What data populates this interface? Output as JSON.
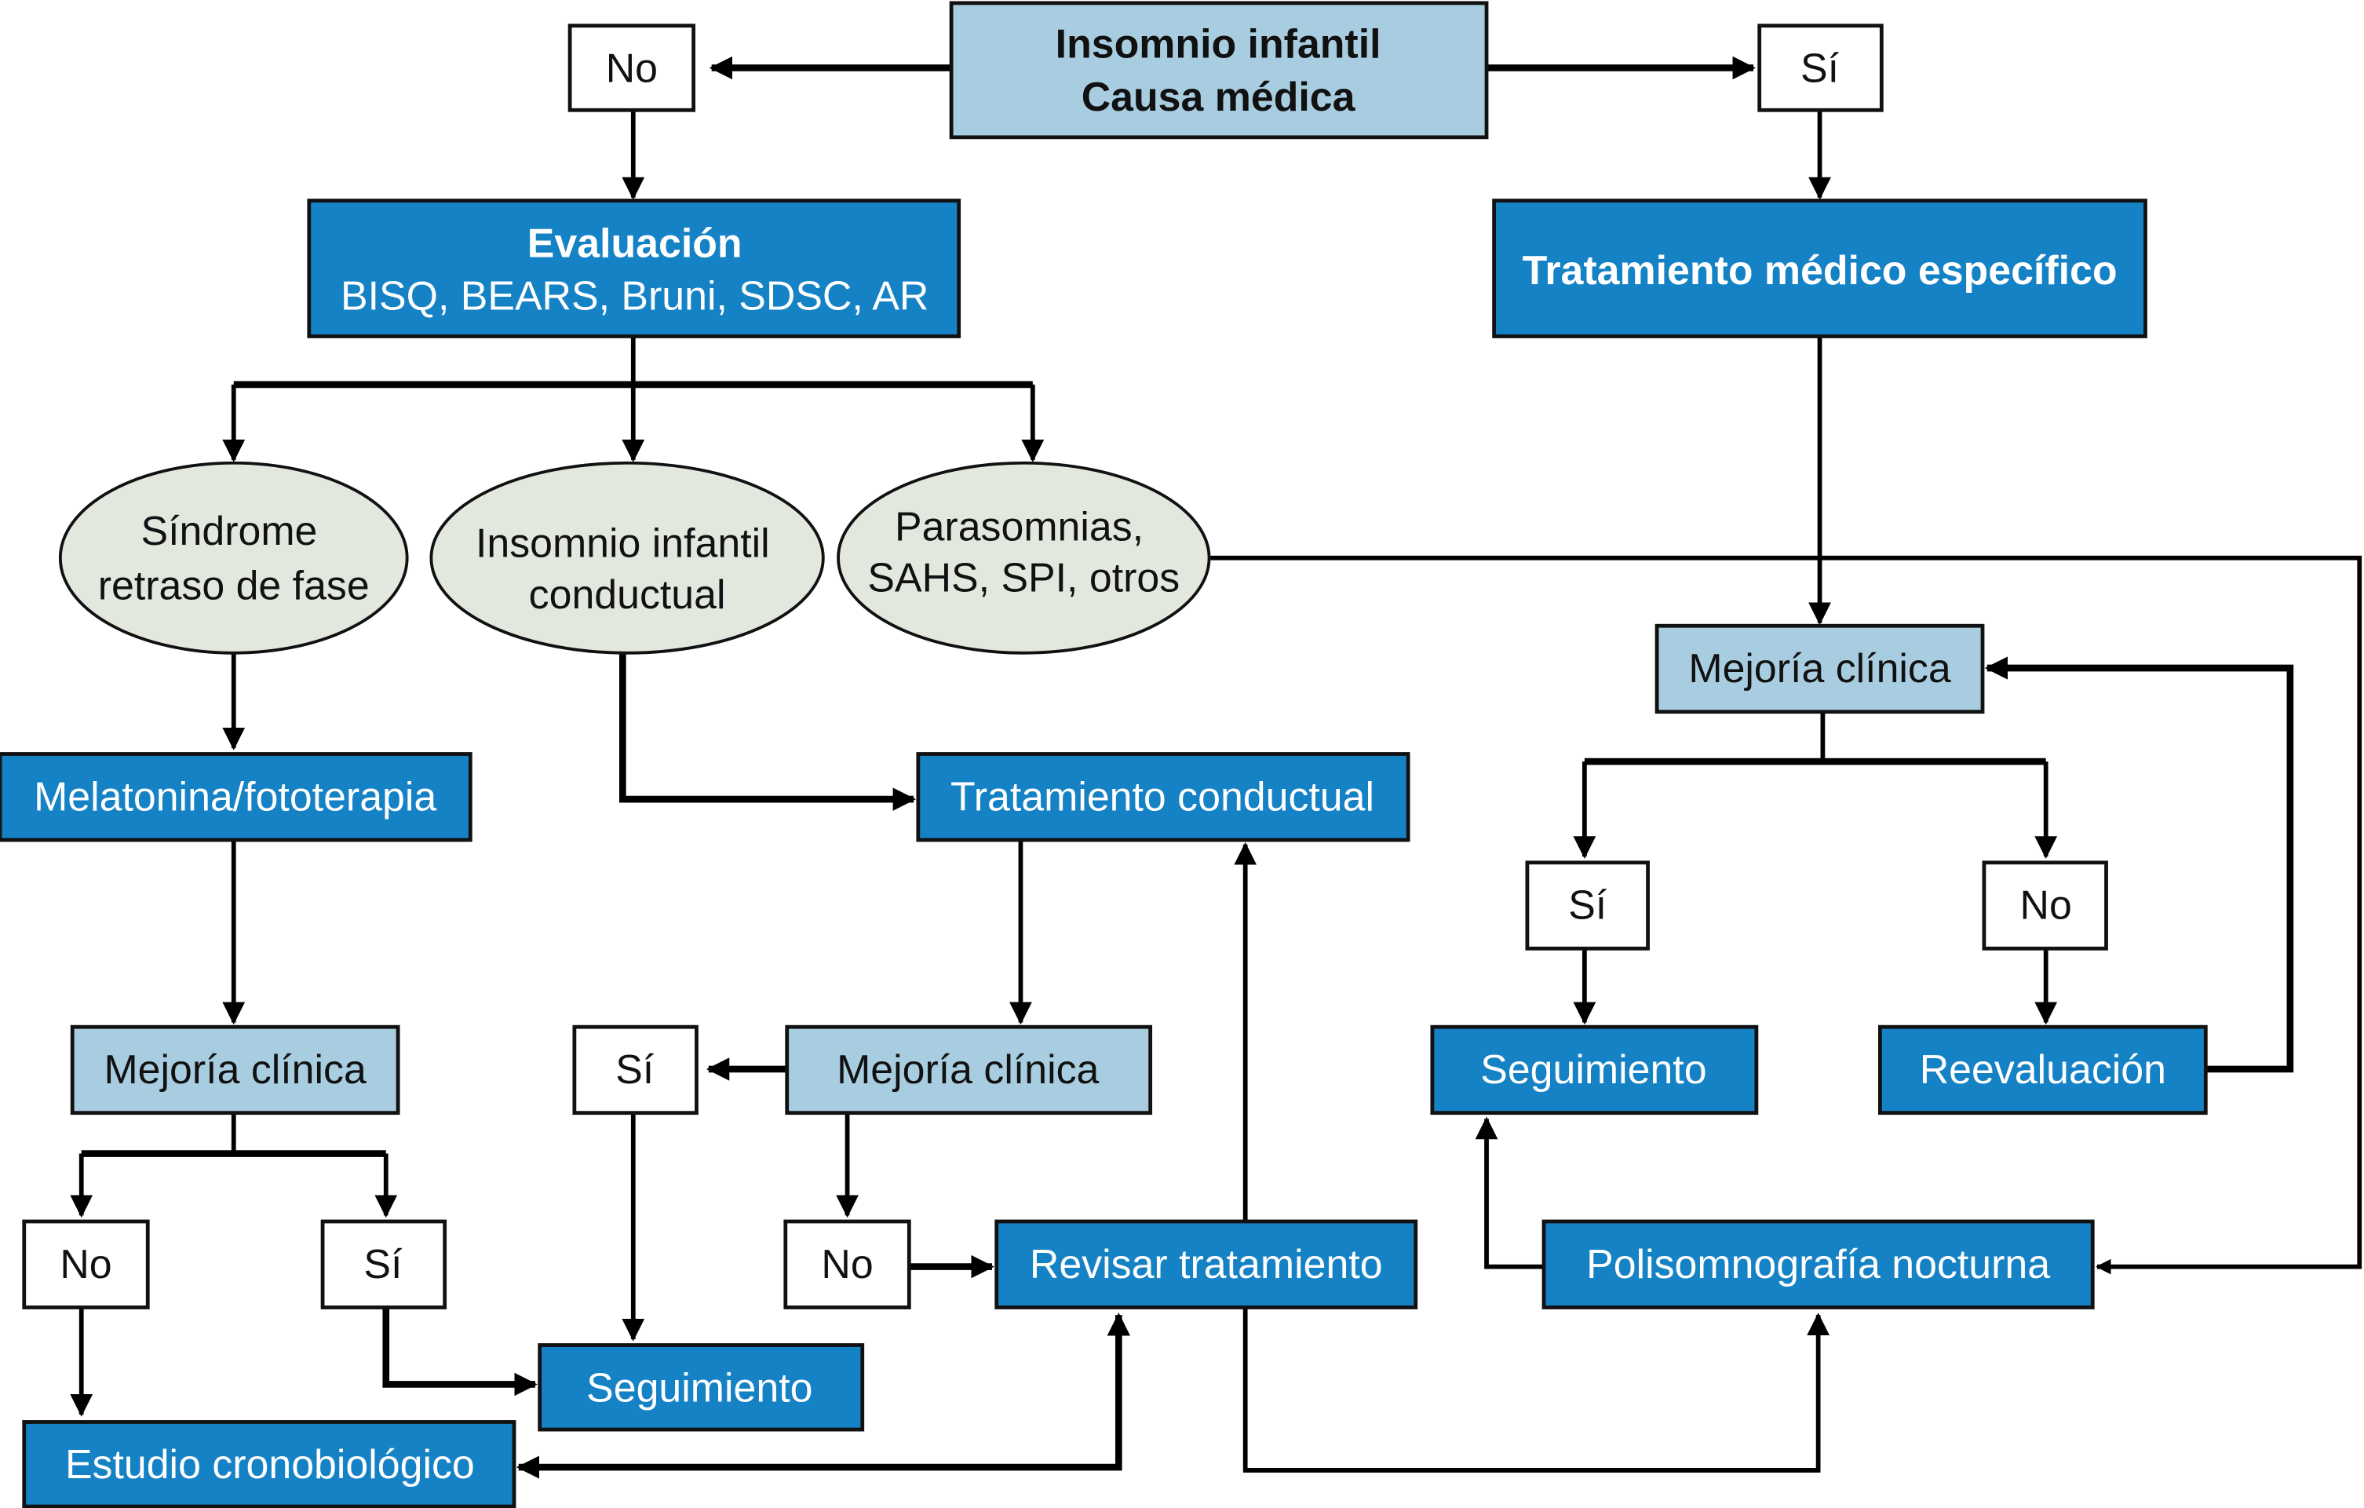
{
  "colors": {
    "primary_box": "#1582c5",
    "secondary_box": "#a9cde0",
    "oval_fill": "#e3e8df",
    "decision_box": "#ffffff",
    "line": "#000000"
  },
  "nodes": {
    "root": {
      "line1": "Insomnio infantil",
      "line2": "Causa médica"
    },
    "root_no": "No",
    "root_si": "Sí",
    "evaluacion": {
      "title": "Evaluación",
      "subtitle": "BISQ, BEARS, Bruni, SDSC, AR"
    },
    "tratamiento_medico": "Tratamiento médico específico",
    "oval_retraso": {
      "line1": "Síndrome",
      "line2": "retraso de fase"
    },
    "oval_conductual": {
      "line1": "Insomnio infantil",
      "line2": "conductual"
    },
    "oval_parasomnias": {
      "line1": "Parasomnias,",
      "line2": "SAHS, SPI, otros"
    },
    "melatonina": "Melatonina/fototerapia",
    "tratamiento_conductual": "Tratamiento conductual",
    "mejoria_right": "Mejoría clínica",
    "right_si": "Sí",
    "right_no": "No",
    "seguimiento_right": "Seguimiento",
    "reevaluacion": "Reevaluación",
    "mejoria_left": "Mejoría clínica",
    "mejoria_mid": "Mejoría clínica",
    "mid_si": "Sí",
    "mid_no": "No",
    "left_no": "No",
    "left_si": "Sí",
    "revisar": "Revisar tratamiento",
    "polisomnografia": "Polisomnografía nocturna",
    "seguimiento_mid": "Seguimiento",
    "estudio": "Estudio cronobiológico"
  }
}
